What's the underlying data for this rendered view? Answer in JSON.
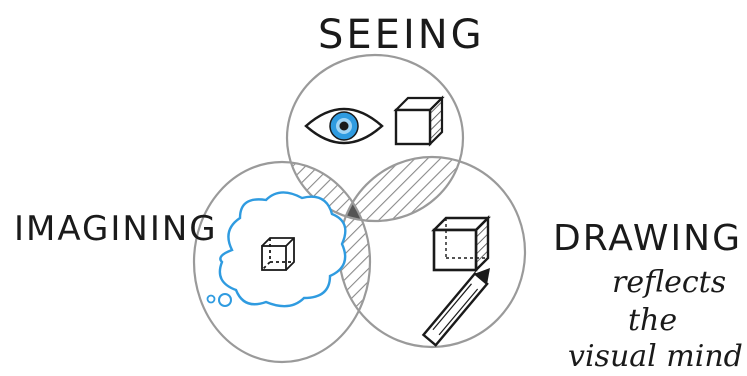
{
  "labels": {
    "seeing": "SEEING",
    "imagining": "IMAGINING",
    "drawing": "DRAWING"
  },
  "caption": {
    "line1": "reflects",
    "line2": "the",
    "line3": "visual mind"
  },
  "colors": {
    "ink": "#1a1a1a",
    "circle": "#9a9a9a",
    "hatch": "#8a8a8a",
    "accent_blue": "#2f9be0"
  },
  "icons": [
    "eye-icon",
    "cube-icon",
    "thought-bubble-icon",
    "pencil-icon"
  ]
}
